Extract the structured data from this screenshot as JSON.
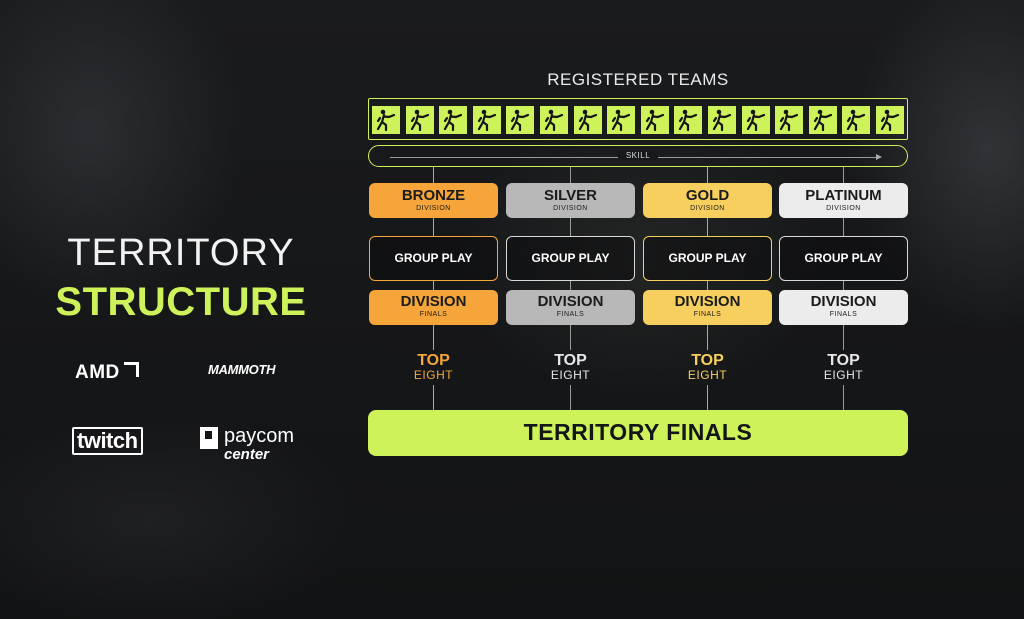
{
  "title": {
    "line1": "TERRITORY",
    "line2": "STRUCTURE"
  },
  "sponsors": [
    "AMD",
    "MAMMOTH",
    "twitch",
    "paycom",
    "center"
  ],
  "registered_teams": {
    "label": "REGISTERED TEAMS",
    "count": 16
  },
  "skill_label": "SKILL",
  "division_sublabel": "DIVISION",
  "group_play_label": "GROUP PLAY",
  "division_finals": {
    "label": "DIVISION",
    "sublabel": "FINALS"
  },
  "top_eight": {
    "line1": "TOP",
    "line2": "EIGHT"
  },
  "divisions": [
    {
      "name": "BRONZE",
      "color": "#f5a53a"
    },
    {
      "name": "SILVER",
      "color": "#b8b8b8"
    },
    {
      "name": "GOLD",
      "color": "#f7cf5e"
    },
    {
      "name": "PLATINUM",
      "color": "#ececec"
    }
  ],
  "finals_label": "TERRITORY FINALS",
  "colors": {
    "accent": "#cdf25a",
    "background": "#141517",
    "connector": "#cfa94a"
  }
}
